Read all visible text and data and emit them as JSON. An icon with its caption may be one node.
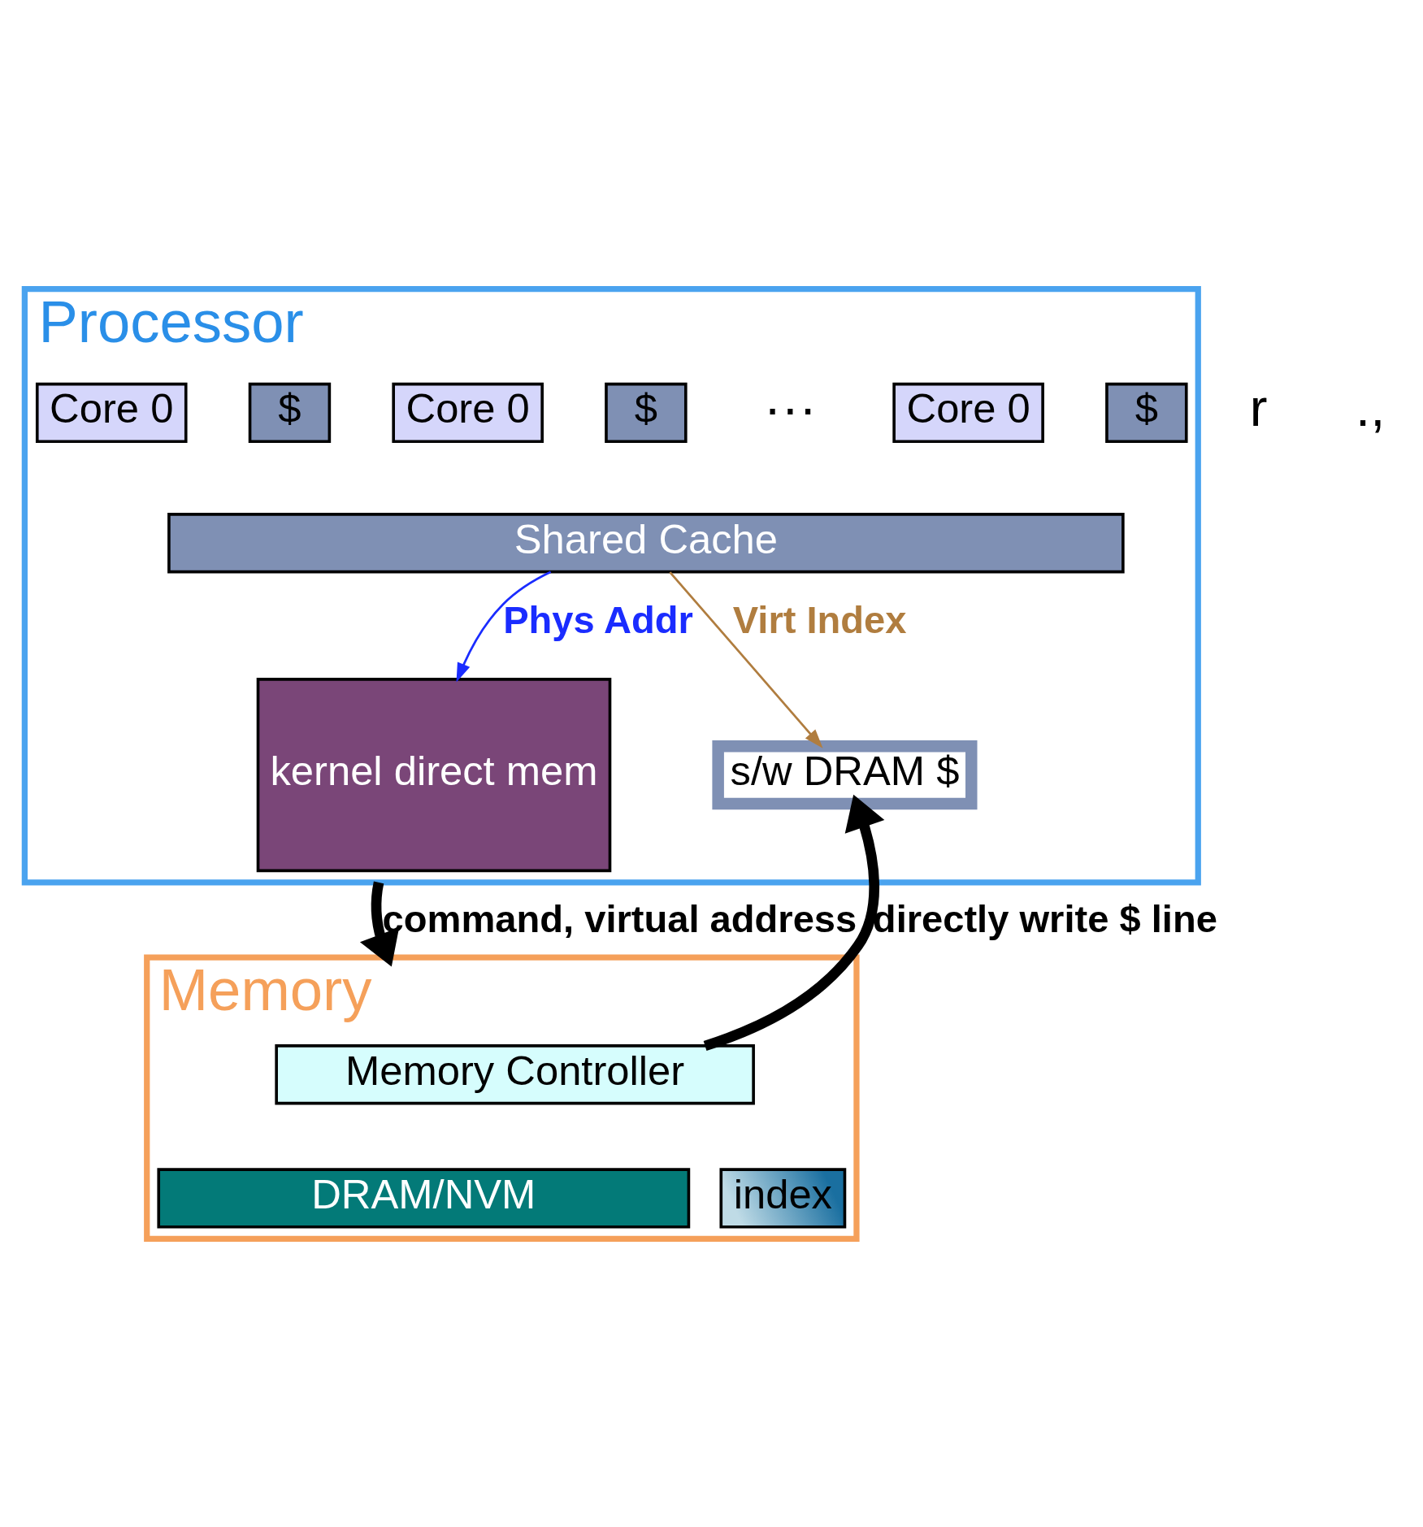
{
  "diagram": {
    "nodes": [
      {
        "text": [
          "Processor"
        ]
      },
      {
        "text": [
          "Core 0"
        ],
        "in": 0
      },
      {
        "text": [
          "$"
        ],
        "in": 0
      },
      {
        "text": [
          "Core 0"
        ],
        "in": 0
      },
      {
        "text": [
          "$"
        ],
        "in": 0
      },
      {
        "text": [
          "Core 0"
        ],
        "in": 0
      },
      {
        "text": [
          "$"
        ],
        "in": 0
      },
      {
        "text": [
          "Shared Cache"
        ],
        "in": 0
      },
      {
        "text": [
          "kernel direct mem"
        ],
        "in": 0
      },
      {
        "text": [
          "s/w DRAM $"
        ],
        "in": 0
      },
      {
        "text": [
          "Memory"
        ]
      },
      {
        "text": [
          "Memory Controller"
        ],
        "in": 10
      },
      {
        "text": [
          "DRAM/NVM"
        ],
        "in": 10
      },
      {
        "text": [
          "index"
        ],
        "in": 10
      }
    ],
    "edges": [
      {
        "from": 7,
        "to": 8,
        "arrow": "to",
        "label": "Phys Addr",
        "color": "#1a2cff"
      },
      {
        "from": 7,
        "to": 9,
        "arrow": "to",
        "label": "Virt Index",
        "color": "#b07d3f"
      },
      {
        "from": 0,
        "to": 10,
        "arrow": "to",
        "label": "command, virtual address",
        "style": "thick"
      },
      {
        "from": 11,
        "to": 9,
        "arrow": "to",
        "label": "directly write $ line",
        "style": "thick"
      }
    ],
    "labels": [
      "···",
      "r",
      ".,"
    ]
  }
}
